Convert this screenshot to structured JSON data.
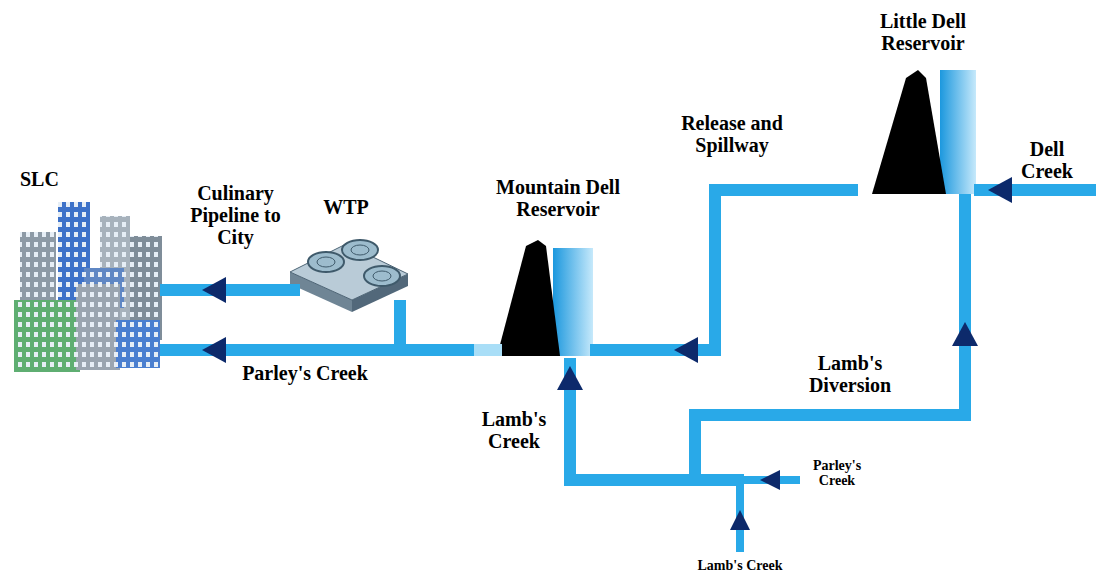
{
  "diagram": {
    "nodes": [
      {
        "text": [
          "SLC"
        ]
      },
      {
        "text": [
          "WTP"
        ]
      },
      {
        "text": [
          "Mountain Dell Reservoir"
        ]
      },
      {
        "text": [
          "Little Dell Reservoir"
        ]
      }
    ],
    "edges": [
      {
        "from": 1,
        "to": 0,
        "arrow": "to",
        "label": "Culinary Pipeline to City"
      },
      {
        "from": 2,
        "to": 0,
        "arrow": "to",
        "label": "Parley's Creek"
      },
      {
        "from": 2,
        "to": 1,
        "arrow": "none"
      },
      {
        "from": 3,
        "to": 2,
        "arrow": "to",
        "label": "Release and Spillway"
      }
    ],
    "labels": [
      "Dell Creek",
      "Lamb's Diversion",
      "Lamb's Creek",
      "Parley's Creek",
      "Lamb's Creek"
    ]
  }
}
